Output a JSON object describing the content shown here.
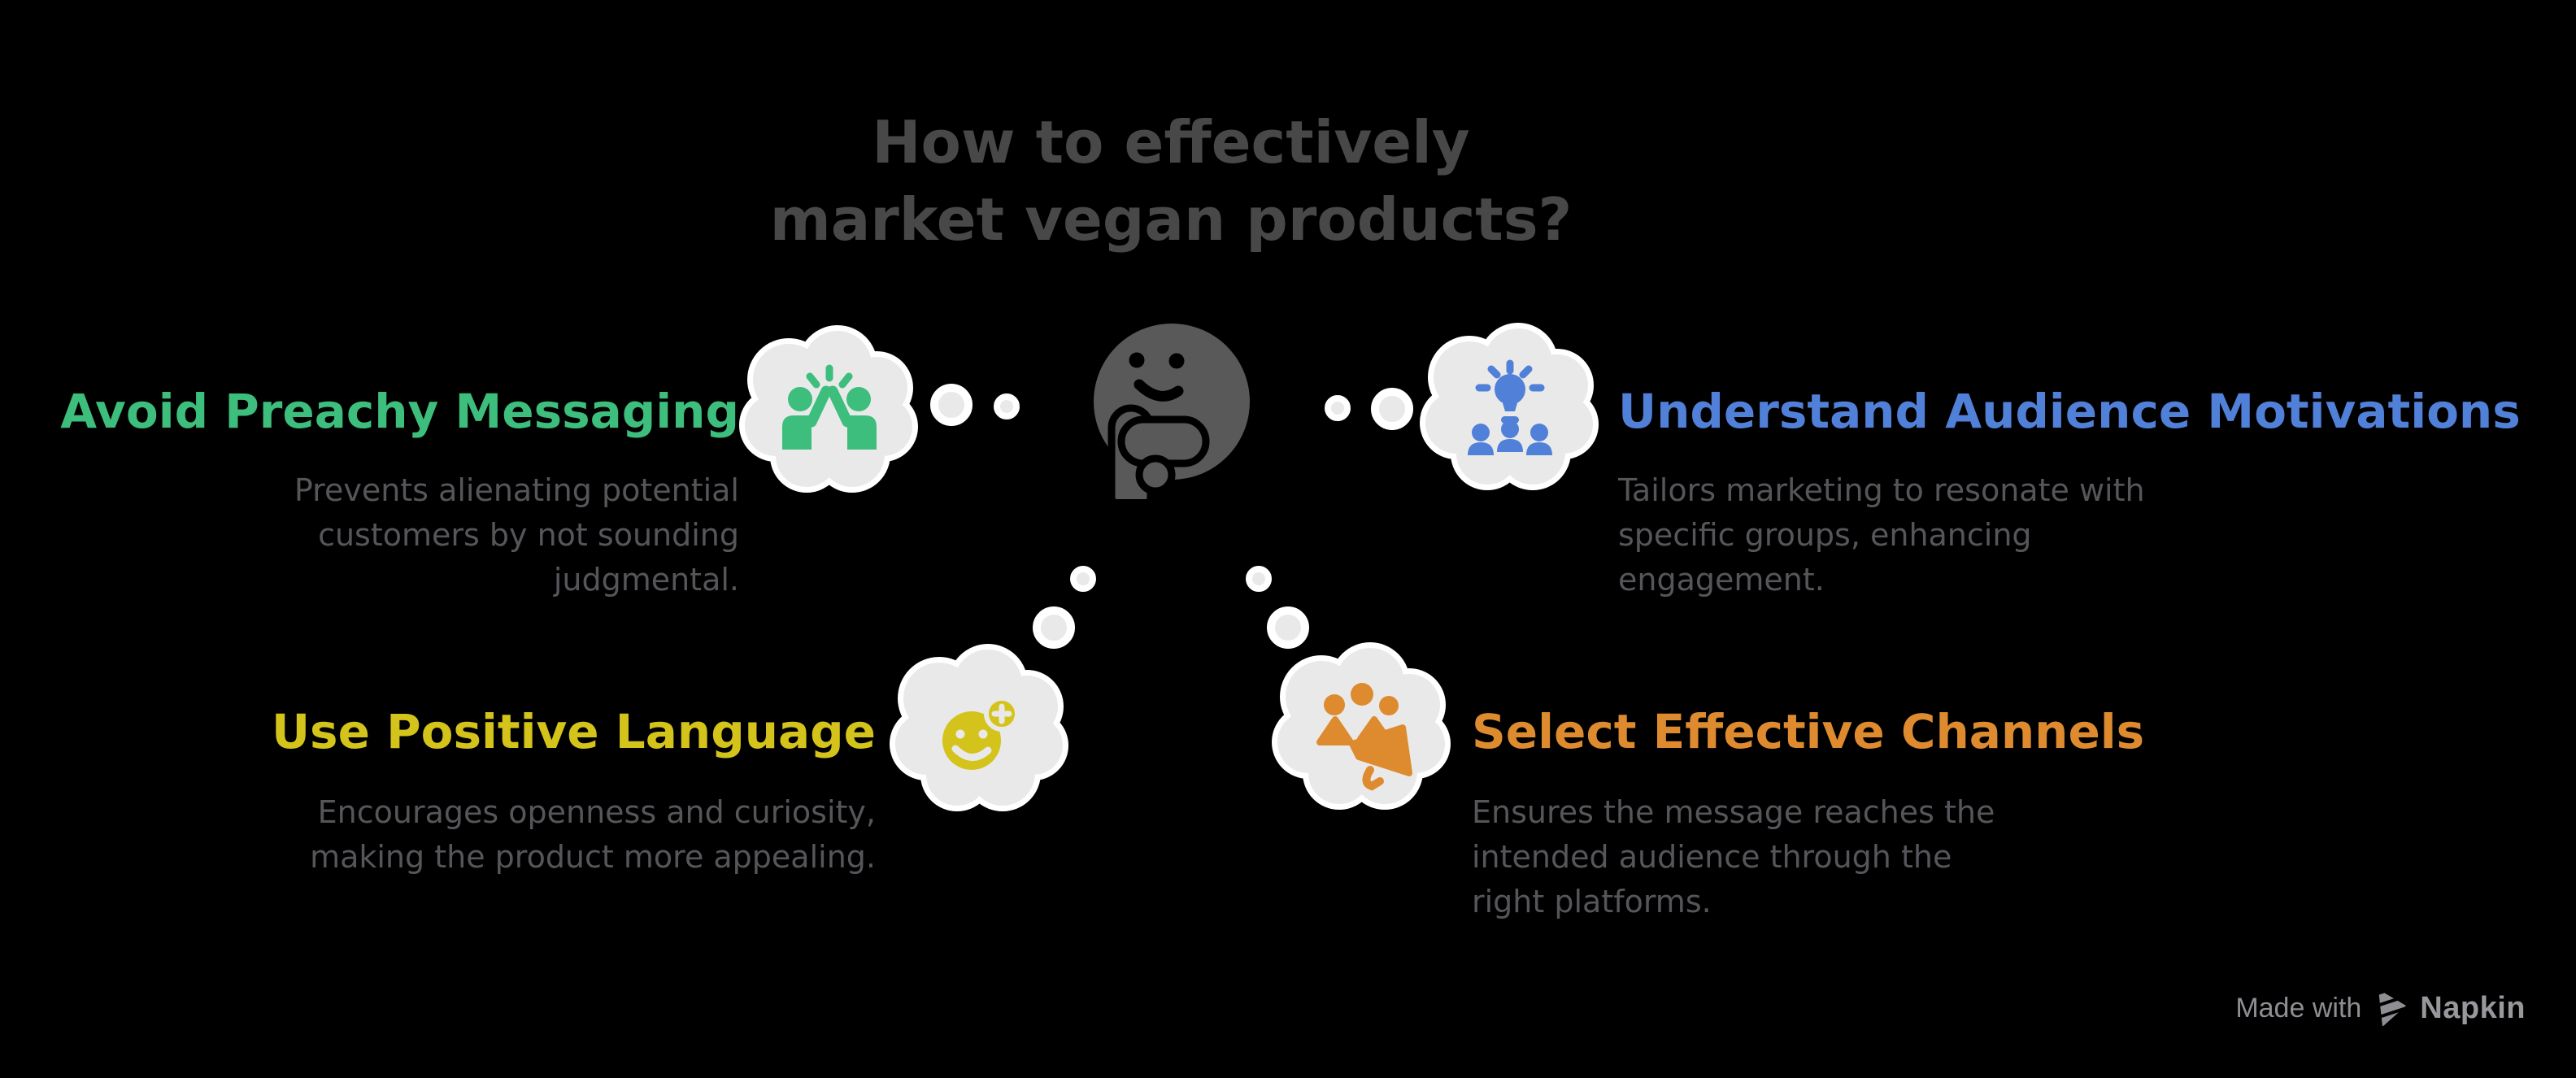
{
  "title": {
    "line1": "How to effectively",
    "line2": "market vegan products?"
  },
  "sections": [
    {
      "heading": "Avoid Preachy Messaging",
      "body": "Prevents alienating potential\ncustomers by not sounding\njudgmental.",
      "color": "#3DBE7D",
      "icon": "high-five-icon"
    },
    {
      "heading": "Understand Audience Motivations",
      "body": "Tailors marketing to resonate with\nspecific groups, enhancing\nengagement.",
      "color": "#5180D8",
      "icon": "audience-lightbulb-icon"
    },
    {
      "heading": "Use Positive Language",
      "body": "Encourages openness and curiosity,\nmaking the product more appealing.",
      "color": "#D3C31A",
      "icon": "smiley-plus-icon"
    },
    {
      "heading": "Select Effective Channels",
      "body": "Ensures the message reaches the\nintended audience through the\nright platforms.",
      "color": "#DE8B2F",
      "icon": "megaphone-audience-icon"
    }
  ],
  "center_icon": "thinking-face-icon",
  "footer": {
    "made_with": "Made with",
    "brand": "Napkin"
  },
  "colors": {
    "background": "#000000",
    "title_text": "#484848",
    "body_text": "#55555A",
    "green": "#3DBE7D",
    "blue": "#5180D8",
    "yellow": "#D3C31A",
    "orange": "#DE8B2F",
    "cloud_fill": "#E9E9E9",
    "cloud_outline": "#FFFFFF",
    "face": "#595959",
    "footer_text": "#8E8E93"
  }
}
